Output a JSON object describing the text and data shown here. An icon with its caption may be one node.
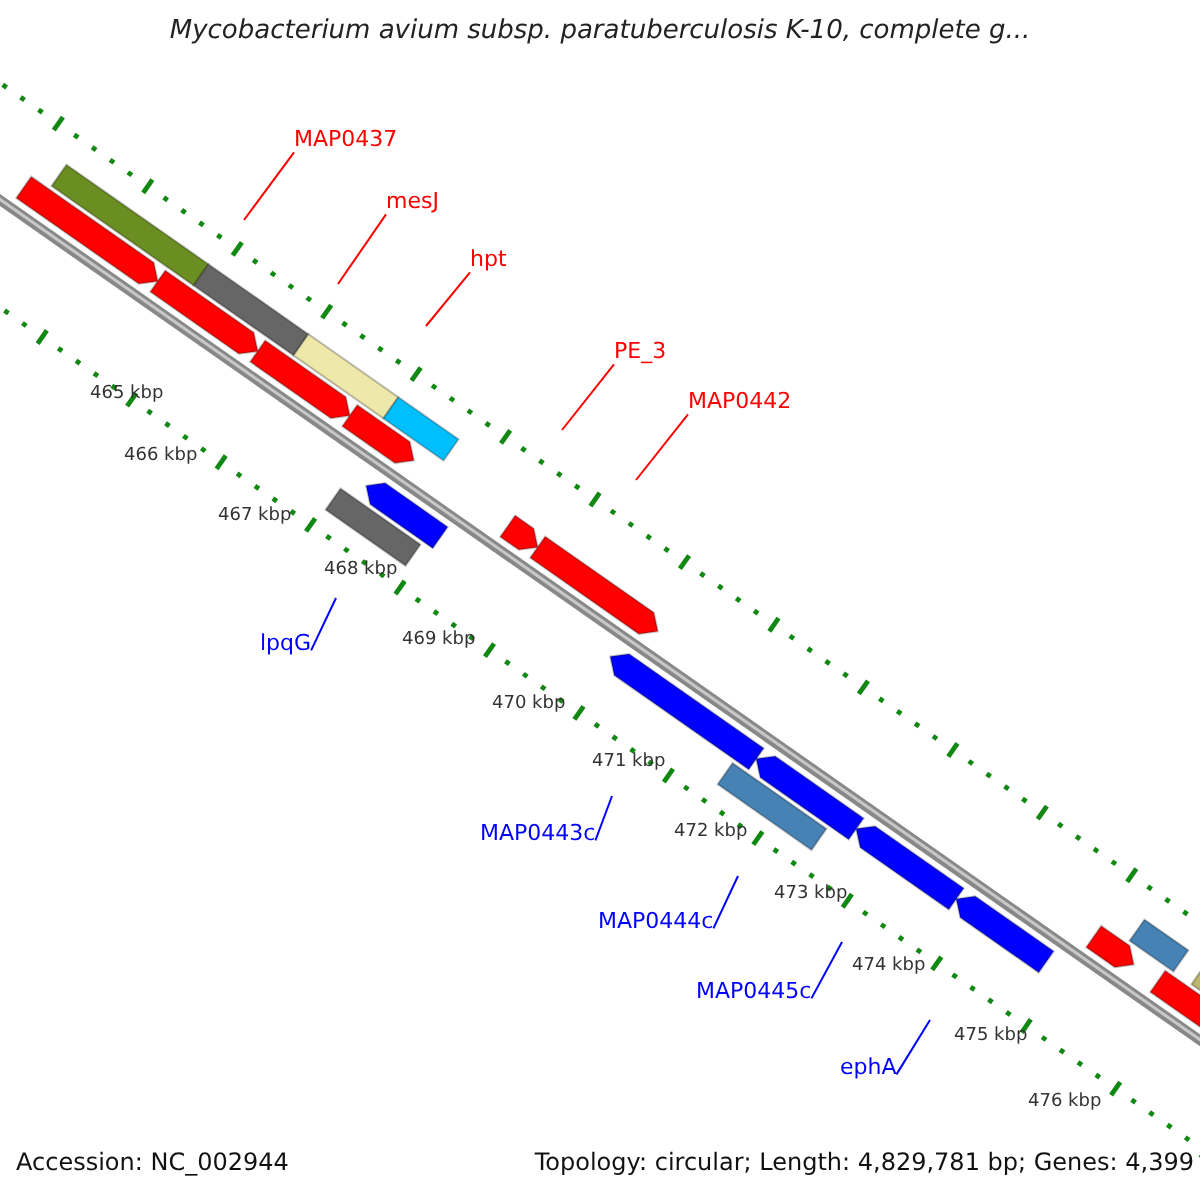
{
  "diagram": {
    "title": "Mycobacterium avium subsp. paratuberculosis K-10, complete g...",
    "nodes": [
      {
        "text": [
          "MAP0437"
        ]
      },
      {
        "text": [
          "mesJ"
        ]
      },
      {
        "text": [
          "hpt"
        ]
      },
      {
        "text": [
          "PE_3"
        ]
      },
      {
        "text": [
          "MAP0442"
        ]
      },
      {
        "text": [
          "lpqG"
        ]
      },
      {
        "text": [
          "MAP0443c"
        ]
      },
      {
        "text": [
          "MAP0444c"
        ]
      },
      {
        "text": [
          "MAP0445c"
        ]
      },
      {
        "text": [
          "ephA"
        ]
      }
    ],
    "edges": [
      {
        "from": 0,
        "to": null,
        "arrow": "none",
        "color": "#ff0000"
      },
      {
        "from": 1,
        "to": null,
        "arrow": "none",
        "color": "#ff0000"
      },
      {
        "from": 2,
        "to": null,
        "arrow": "none",
        "color": "#ff0000"
      },
      {
        "from": 3,
        "to": null,
        "arrow": "none",
        "color": "#ff0000"
      },
      {
        "from": 4,
        "to": null,
        "arrow": "none",
        "color": "#ff0000"
      },
      {
        "from": 5,
        "to": null,
        "arrow": "none",
        "color": "#0000ff"
      },
      {
        "from": 6,
        "to": null,
        "arrow": "none",
        "color": "#0000ff"
      },
      {
        "from": 7,
        "to": null,
        "arrow": "none",
        "color": "#0000ff"
      },
      {
        "from": 8,
        "to": null,
        "arrow": "none",
        "color": "#0000ff"
      },
      {
        "from": 9,
        "to": null,
        "arrow": "none",
        "color": "#0000ff"
      }
    ],
    "labels": [
      "465 kbp",
      "466 kbp",
      "467 kbp",
      "468 kbp",
      "469 kbp",
      "470 kbp",
      "471 kbp",
      "472 kbp",
      "473 kbp",
      "474 kbp",
      "475 kbp",
      "476 kbp",
      "Accession: NC_002944",
      "Topology: circular; Length: 4,829,781 bp; Genes: 4,399"
    ]
  }
}
